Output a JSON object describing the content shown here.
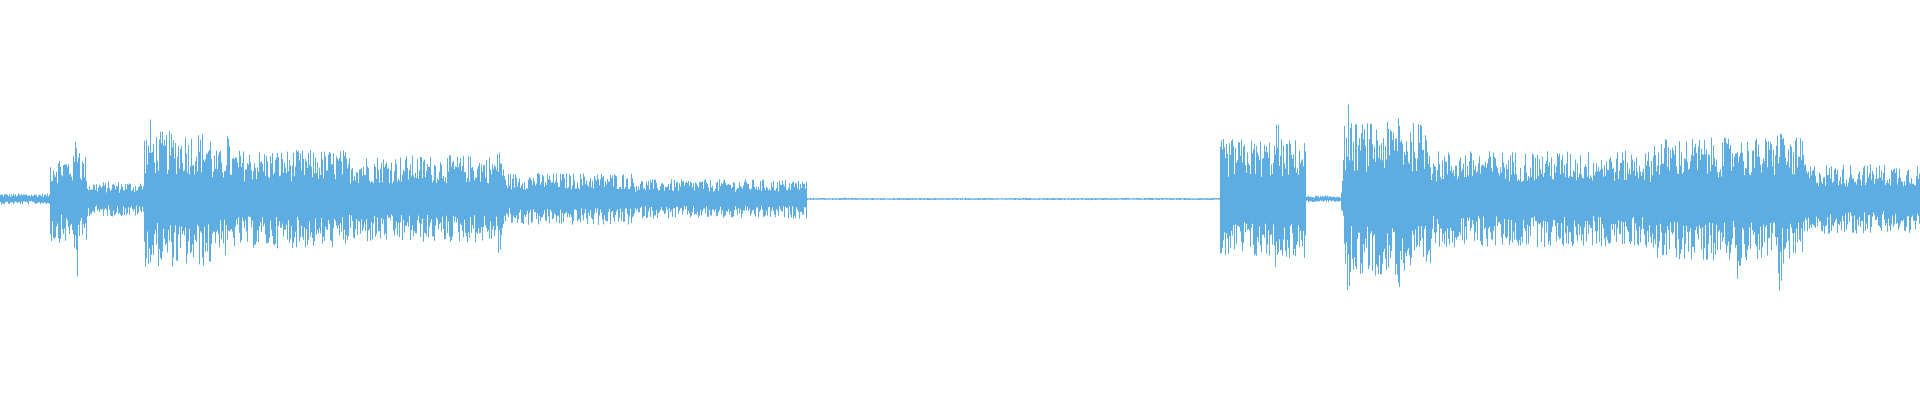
{
  "waveform": {
    "color": "#5dade2",
    "background": "#ffffff",
    "segments": [
      {
        "from": 0.0,
        "to": 0.026,
        "amplitude": 0.05
      },
      {
        "from": 0.026,
        "to": 0.045,
        "amplitude": 0.4
      },
      {
        "from": 0.045,
        "to": 0.075,
        "amplitude": 0.16
      },
      {
        "from": 0.075,
        "to": 0.11,
        "amplitude": 0.62
      },
      {
        "from": 0.11,
        "to": 0.18,
        "amplitude": 0.45
      },
      {
        "from": 0.18,
        "to": 0.26,
        "amplitude": 0.4
      },
      {
        "from": 0.26,
        "to": 0.33,
        "amplitude": 0.24
      },
      {
        "from": 0.33,
        "to": 0.42,
        "amplitude": 0.18
      },
      {
        "from": 0.42,
        "to": 0.635,
        "amplitude": 0.01
      },
      {
        "from": 0.635,
        "to": 0.68,
        "amplitude": 0.55
      },
      {
        "from": 0.68,
        "to": 0.7,
        "amplitude": 0.03
      },
      {
        "from": 0.7,
        "to": 0.745,
        "amplitude": 0.7
      },
      {
        "from": 0.745,
        "to": 0.86,
        "amplitude": 0.44
      },
      {
        "from": 0.86,
        "to": 0.94,
        "amplitude": 0.56
      },
      {
        "from": 0.94,
        "to": 1.0,
        "amplitude": 0.32
      }
    ],
    "peaks": [
      {
        "at": 0.04,
        "amplitude": 0.78
      },
      {
        "at": 0.078,
        "amplitude": 0.76
      },
      {
        "at": 0.118,
        "amplitude": 0.72
      },
      {
        "at": 0.26,
        "amplitude": 0.6
      },
      {
        "at": 0.665,
        "amplitude": 0.82
      },
      {
        "at": 0.702,
        "amplitude": 0.98
      },
      {
        "at": 0.728,
        "amplitude": 1.0
      },
      {
        "at": 0.905,
        "amplitude": 0.88
      },
      {
        "at": 0.927,
        "amplitude": 1.0
      }
    ]
  }
}
